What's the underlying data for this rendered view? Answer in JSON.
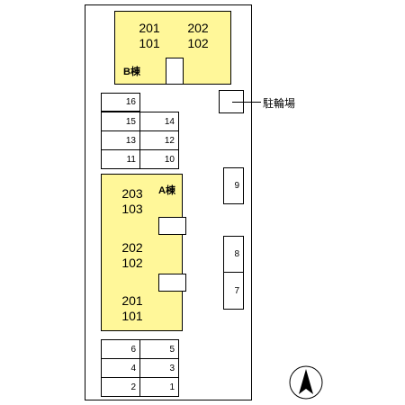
{
  "building_b": {
    "label": "B棟",
    "rooms_left": [
      "201",
      "101"
    ],
    "rooms_right": [
      "202",
      "102"
    ]
  },
  "building_a": {
    "label": "A棟",
    "rooms": [
      [
        "203",
        "103"
      ],
      [
        "202",
        "102"
      ],
      [
        "201",
        "101"
      ]
    ]
  },
  "bike_parking": {
    "label": "駐輪場"
  },
  "parking_left_upper": [
    "16",
    "15",
    "14",
    "13",
    "12",
    "11",
    "10"
  ],
  "parking_left_lower": [
    "6",
    "5",
    "4",
    "3",
    "2",
    "1"
  ],
  "parking_right": [
    "9",
    "8",
    "7"
  ],
  "compass": {
    "icon": "north-arrow-icon"
  },
  "colors": {
    "building_fill": "#fff799",
    "line": "#000000"
  }
}
